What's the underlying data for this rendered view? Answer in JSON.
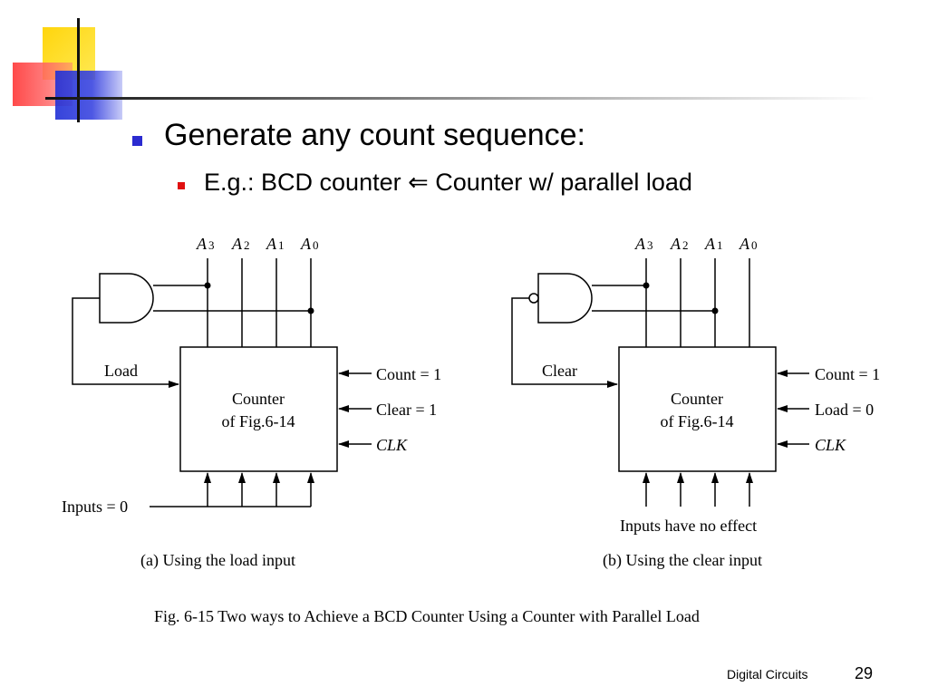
{
  "slide": {
    "bullet1": "Generate any count sequence:",
    "bullet2": {
      "prefix": "E.g.:  BCD counter ",
      "arrow": "⇐",
      "suffix": " Counter w/ parallel load"
    },
    "footer_label": "Digital Circuits",
    "page_number": "29"
  },
  "diagram": {
    "outputs": [
      {
        "letter": "A",
        "sub": "3"
      },
      {
        "letter": "A",
        "sub": "2"
      },
      {
        "letter": "A",
        "sub": "1"
      },
      {
        "letter": "A",
        "sub": "0"
      }
    ],
    "left": {
      "feedback_label": "Load",
      "box_line1": "Counter",
      "box_line2": "of Fig.6-14",
      "input1": "Count = 1",
      "input2": "Clear = 1",
      "input3": "CLK",
      "bottom_label": "Inputs = 0",
      "caption": "(a) Using the load input"
    },
    "right": {
      "feedback_label": "Clear",
      "box_line1": "Counter",
      "box_line2": "of Fig.6-14",
      "input1": "Count = 1",
      "input2": "Load = 0",
      "input3": "CLK",
      "bottom_label": "Inputs have no effect",
      "caption": "(b) Using the clear input"
    },
    "figure_caption": "Fig. 6-15  Two ways to Achieve a BCD Counter Using a Counter with Parallel Load"
  }
}
